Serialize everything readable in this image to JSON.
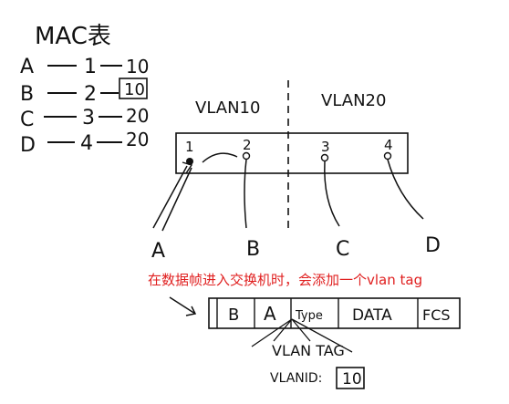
{
  "mac_table": {
    "title": "MAC表",
    "rows": [
      {
        "host": "A",
        "port": "1",
        "vlan": "10",
        "boxed": false
      },
      {
        "host": "B",
        "port": "2",
        "vlan": "10",
        "boxed": true
      },
      {
        "host": "C",
        "port": "3",
        "vlan": "20",
        "boxed": false
      },
      {
        "host": "D",
        "port": "4",
        "vlan": "20",
        "boxed": false
      }
    ]
  },
  "switch": {
    "vlan_left": "VLAN10",
    "vlan_right": "VLAN20",
    "ports": [
      "1",
      "2",
      "3",
      "4"
    ]
  },
  "hosts": [
    "A",
    "B",
    "C",
    "D"
  ],
  "annotation": "在数据帧进入交换机时，会添加一个vlan tag",
  "frame": {
    "fields": [
      "B",
      "A",
      "Type",
      "DATA",
      "FCS"
    ],
    "tag_label": "VLAN TAG",
    "vlan_id_label": "VLANID:",
    "vlan_id_value": "10"
  },
  "colors": {
    "ink": "#111111",
    "annotation": "#e02020"
  }
}
